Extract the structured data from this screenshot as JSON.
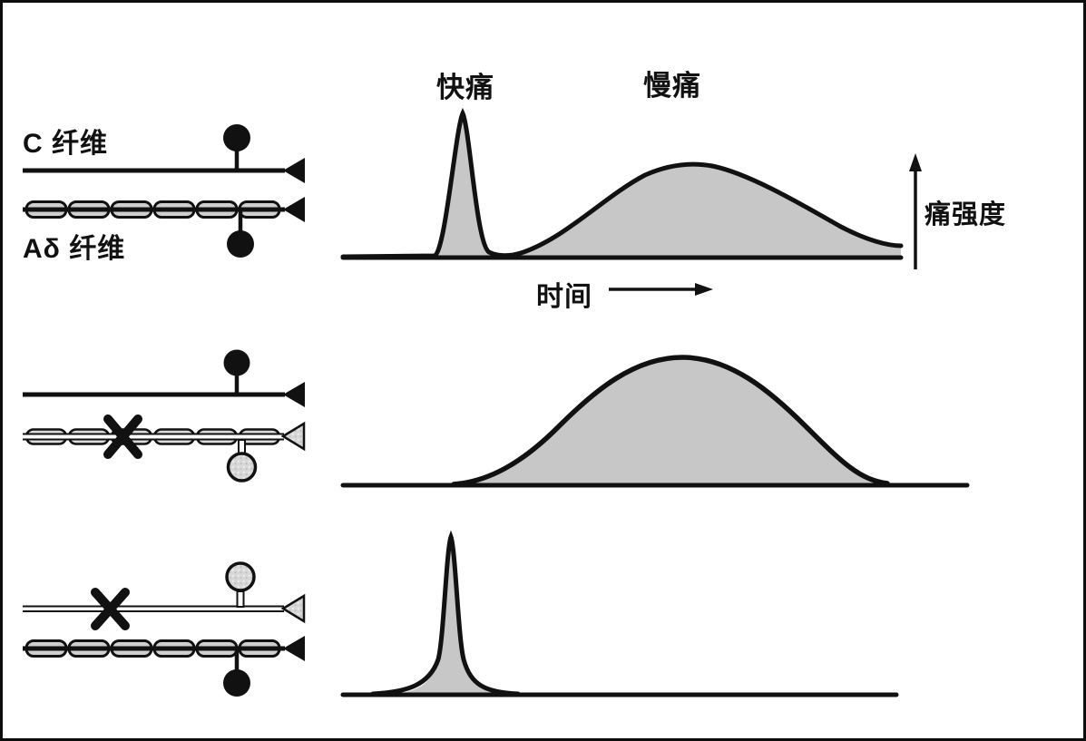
{
  "labels": {
    "c_fiber": "C 纤维",
    "a_delta_fiber": "Aδ 纤维",
    "fast_pain": "快痛",
    "slow_pain": "慢痛",
    "time": "时间",
    "pain_intensity": "痛强度"
  },
  "colors": {
    "ink": "#111111",
    "curve_fill": "#c7c7c7",
    "myelin_fill": "#cfcfcf",
    "blocked_fill": "#d7d7d7",
    "background": "#ffffff"
  },
  "panels": [
    {
      "row": 1,
      "c_fiber": "intact",
      "a_delta_fiber": "intact",
      "curves_shown": [
        "fast_pain_spike",
        "slow_pain_wave"
      ]
    },
    {
      "row": 2,
      "c_fiber": "intact",
      "a_delta_fiber": "blocked",
      "curves_shown": [
        "slow_pain_wave"
      ]
    },
    {
      "row": 3,
      "c_fiber": "blocked",
      "a_delta_fiber": "intact",
      "curves_shown": [
        "fast_pain_spike"
      ]
    }
  ],
  "chart_data": [
    {
      "type": "area",
      "panel": "both_fibers_intact",
      "xlabel": "时间",
      "ylabel": "痛强度",
      "annotations": [
        "快痛",
        "慢痛"
      ],
      "components": [
        {
          "name": "fast_pain_spike",
          "peak_rel_x": 0.22,
          "peak_rel_y": 1.0,
          "shape": "narrow spike"
        },
        {
          "name": "slow_pain_wave",
          "peak_rel_x": 0.63,
          "peak_rel_y": 0.65,
          "shape": "broad wave"
        }
      ]
    },
    {
      "type": "area",
      "panel": "a_delta_blocked",
      "components": [
        {
          "name": "slow_pain_wave",
          "peak_rel_x": 0.54,
          "peak_rel_y": 0.85,
          "shape": "broad wave"
        }
      ]
    },
    {
      "type": "area",
      "panel": "c_blocked",
      "components": [
        {
          "name": "fast_pain_spike",
          "peak_rel_x": 0.2,
          "peak_rel_y": 1.0,
          "shape": "narrow spike"
        }
      ]
    }
  ]
}
